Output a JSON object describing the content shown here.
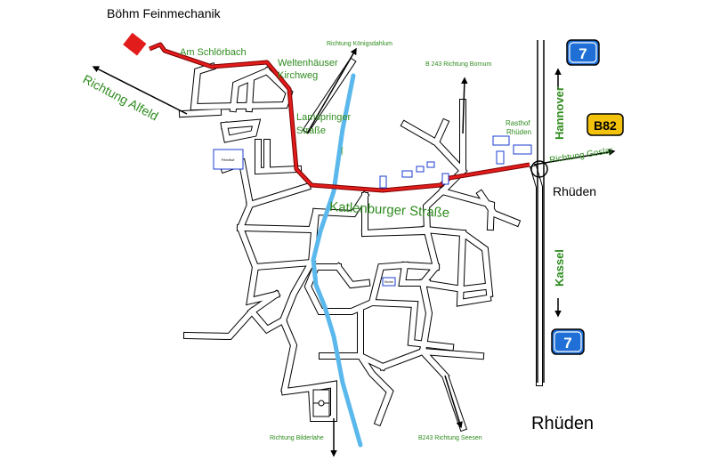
{
  "map": {
    "company": "Böhm Feinmechanik",
    "town": "Rhüden",
    "town_label": "Rhüden",
    "streets": {
      "am_schloerbach": "Am Schlörbach",
      "weltenhaeuser_1": "Weltenhäuser",
      "weltenhaeuser_2": "Kirchweg",
      "lamspringer_1": "Lamspringer",
      "lamspringer_2": "Straße",
      "katlenburger": "Katlenburger Straße"
    },
    "directions": {
      "alfeld": "Richtung Alfeld",
      "koenigsdahlum": "Richtung Königsdahlum",
      "bornum": "B 243 Richtung Bornum",
      "goslar": "Richtung Goslar",
      "bilderlahe": "Richtung Bilderlahe",
      "seesen": "B243 Richtung Seesen",
      "hannover": "Hannover",
      "kassel": "Kassel"
    },
    "rasthof_1": "Rasthof",
    "rasthof_2": "Rhüden",
    "shields": {
      "a7_top": "7",
      "a7_bottom": "7",
      "b82": "B82"
    },
    "poi": {
      "friedhof": "Friedhof",
      "kirche": "Kirche",
      "nette": "Nette"
    },
    "colors": {
      "route": "#e21b1b",
      "river": "#5bb8ec",
      "label_green": "#2e8b1e",
      "autobahn_blue": "#1f6fd6",
      "bundesstrasse_yellow": "#f3c20c",
      "poi_blue": "#1a3ccf"
    }
  }
}
